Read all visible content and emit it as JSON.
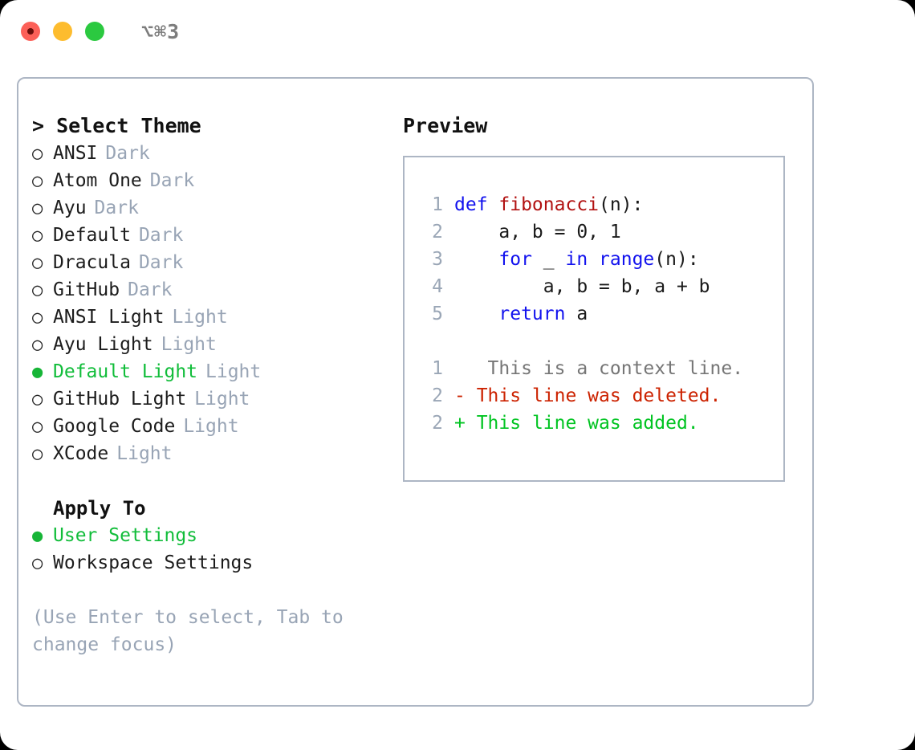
{
  "window": {
    "title": "⌥⌘3",
    "traffic_lights": [
      {
        "name": "close",
        "color": "#fc6058"
      },
      {
        "name": "minimize",
        "color": "#fdbc2e"
      },
      {
        "name": "maximize",
        "color": "#2bc940"
      }
    ]
  },
  "theme_picker": {
    "header": "> Select Theme",
    "selected_marker": "●",
    "unselected_marker": "○",
    "items": [
      {
        "label": "ANSI",
        "tag": "Dark",
        "selected": false
      },
      {
        "label": "Atom One",
        "tag": "Dark",
        "selected": false
      },
      {
        "label": "Ayu",
        "tag": "Dark",
        "selected": false
      },
      {
        "label": "Default",
        "tag": "Dark",
        "selected": false
      },
      {
        "label": "Dracula",
        "tag": "Dark",
        "selected": false
      },
      {
        "label": "GitHub",
        "tag": "Dark",
        "selected": false
      },
      {
        "label": "ANSI Light",
        "tag": "Light",
        "selected": false
      },
      {
        "label": "Ayu Light",
        "tag": "Light",
        "selected": false
      },
      {
        "label": "Default Light",
        "tag": "Light",
        "selected": true
      },
      {
        "label": "GitHub Light",
        "tag": "Light",
        "selected": false
      },
      {
        "label": "Google Code",
        "tag": "Light",
        "selected": false
      },
      {
        "label": "XCode",
        "tag": "Light",
        "selected": false
      }
    ]
  },
  "apply_to": {
    "header": "Apply To",
    "items": [
      {
        "label": "User Settings",
        "selected": true
      },
      {
        "label": "Workspace Settings",
        "selected": false
      }
    ]
  },
  "hint": "(Use Enter to select, Tab to change focus)",
  "preview": {
    "title": "Preview",
    "code_lines": [
      {
        "lineno": "1",
        "tokens": [
          {
            "text": "def ",
            "type": "kw"
          },
          {
            "text": "fibonacci",
            "type": "fn"
          },
          {
            "text": "(n):",
            "type": "plain"
          }
        ]
      },
      {
        "lineno": "2",
        "tokens": [
          {
            "text": "    a, b = 0, 1",
            "type": "plain"
          }
        ]
      },
      {
        "lineno": "3",
        "tokens": [
          {
            "text": "    ",
            "type": "plain"
          },
          {
            "text": "for",
            "type": "kw"
          },
          {
            "text": " _ ",
            "type": "plain"
          },
          {
            "text": "in",
            "type": "kw"
          },
          {
            "text": " ",
            "type": "plain"
          },
          {
            "text": "range",
            "type": "kw"
          },
          {
            "text": "(n):",
            "type": "plain"
          }
        ]
      },
      {
        "lineno": "4",
        "tokens": [
          {
            "text": "        a, b = b, a + b",
            "type": "plain"
          }
        ]
      },
      {
        "lineno": "5",
        "tokens": [
          {
            "text": "    ",
            "type": "plain"
          },
          {
            "text": "return",
            "type": "kw"
          },
          {
            "text": " a",
            "type": "plain"
          }
        ]
      }
    ],
    "diff_lines": [
      {
        "lineno": "1",
        "sign": " ",
        "text": "  This is a context line.",
        "kind": "context"
      },
      {
        "lineno": "2",
        "sign": "-",
        "text": " This line was deleted.",
        "kind": "deleted"
      },
      {
        "lineno": "2",
        "sign": "+",
        "text": " This line was added.",
        "kind": "added"
      }
    ]
  },
  "colors": {
    "accent_green": "#11bd3a",
    "border": "#adb6c4",
    "muted": "#98a4b5",
    "keyword_blue": "#1212ee",
    "function_red": "#b21212",
    "diff_added": "#00c421",
    "diff_deleted": "#cc2200",
    "diff_context": "#767676"
  }
}
